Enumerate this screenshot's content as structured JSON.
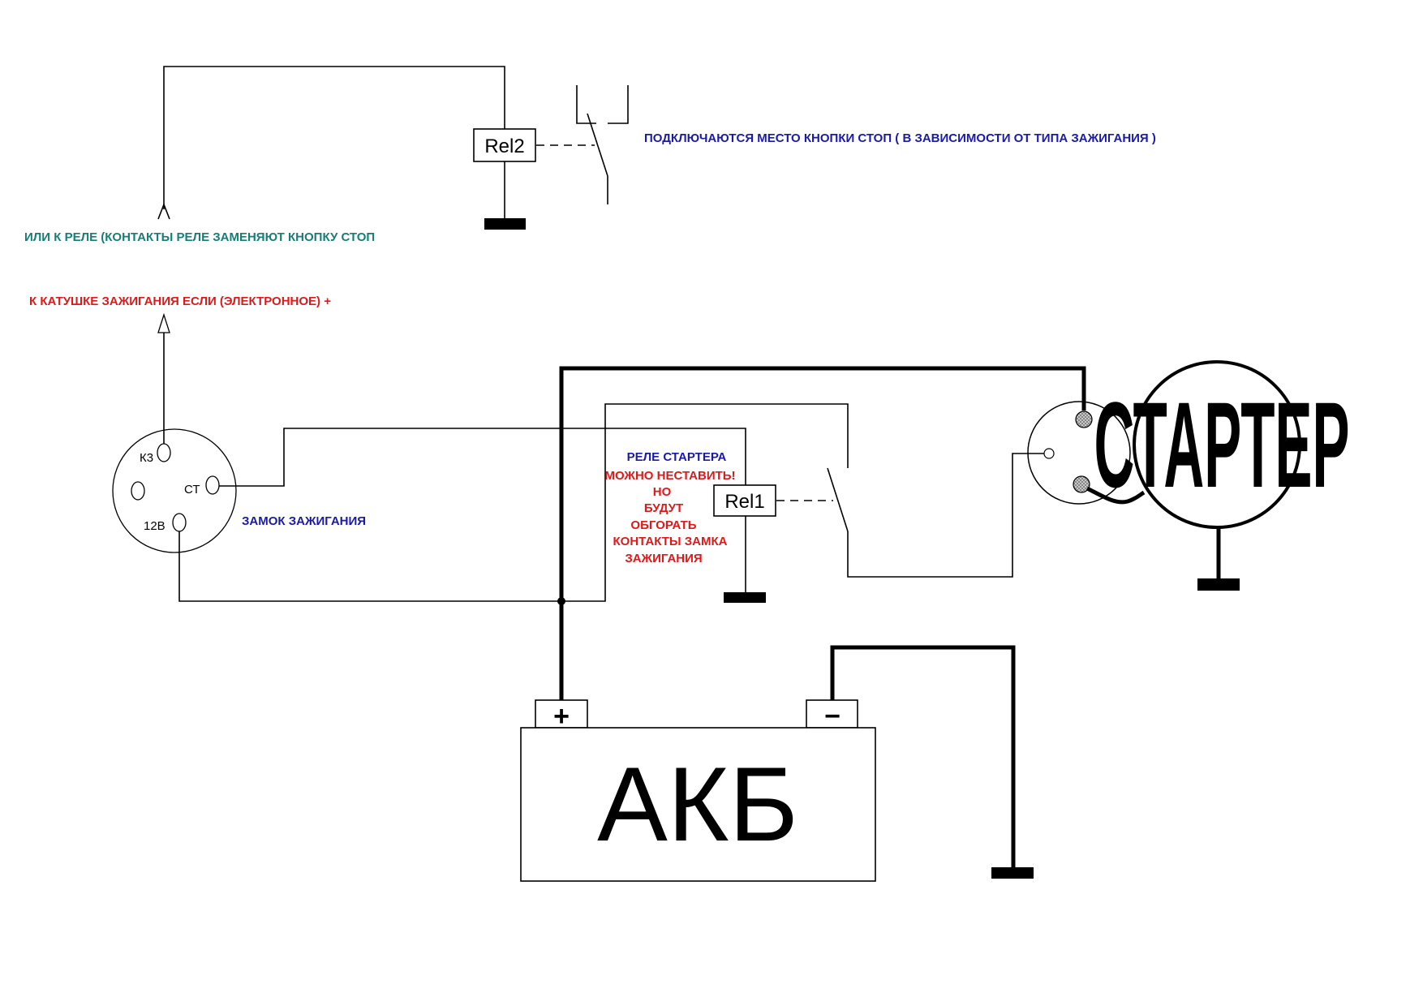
{
  "diagram": {
    "title_labels": {
      "stop_button_note": "ПОДКЛЮЧАЮТСЯ МЕСТО КНОПКИ СТОП ( В ЗАВИСИМОСТИ ОТ ТИПА ЗАЖИГАНИЯ )",
      "relay_alternative": "ИЛИ К РЕЛЕ (КОНТАКТЫ РЕЛЕ ЗАМЕНЯЮТ КНОПКУ СТОП",
      "ignition_coil": "К КАТУШКЕ ЗАЖИГАНИЯ ЕСЛИ (ЭЛЕКТРОННОЕ) +"
    },
    "relays": {
      "rel2": "Rel2",
      "rel1": "Rel1"
    },
    "ignition_lock": {
      "label": "ЗАМОК ЗАЖИГАНИЯ",
      "pins": {
        "k3": "К3",
        "ct": "СТ",
        "v12": "12В"
      }
    },
    "starter_relay_note": {
      "title": "РЕЛЕ СТАРТЕРА",
      "lines": [
        "МОЖНО НЕСТАВИТЬ!",
        "НО",
        "БУДУТ",
        "ОБГОРАТЬ",
        "КОНТАКТЫ ЗАМКА",
        "ЗАЖИГАНИЯ"
      ]
    },
    "starter": {
      "label": "СТАРТЕР"
    },
    "battery": {
      "label": "АКБ",
      "positive": "+",
      "negative": "−"
    },
    "colors": {
      "teal": "#167d78",
      "red": "#dd1a1a",
      "blue": "#1a1aa8",
      "wire": "#000000"
    }
  }
}
